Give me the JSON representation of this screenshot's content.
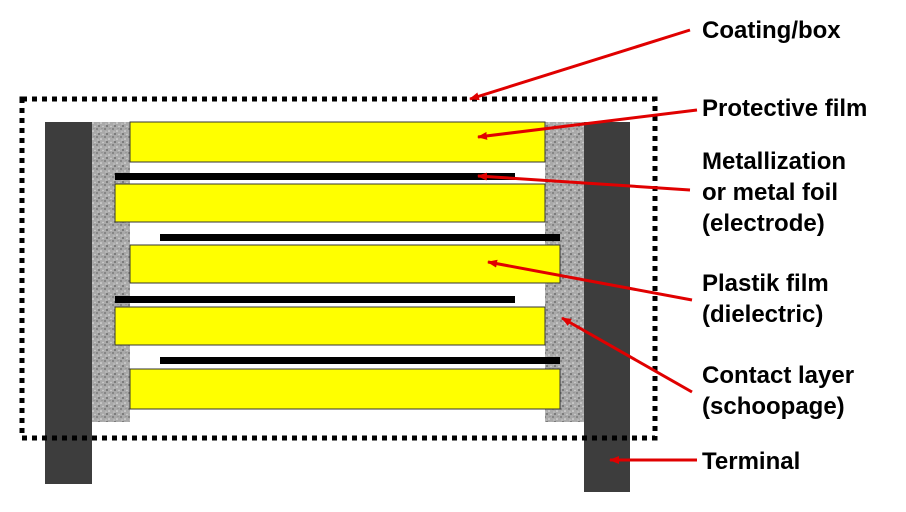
{
  "colors": {
    "terminal": "#3d3d3d",
    "contact_layer": "#a9a9a9",
    "film": "#ffff00",
    "electrode": "#000000",
    "arrow": "#e00000",
    "coating_box": "#000000"
  },
  "labels": {
    "coating": {
      "lines": [
        "Coating/box"
      ]
    },
    "protective_film": {
      "lines": [
        "Protective film"
      ]
    },
    "metallization": {
      "lines": [
        "Metallization",
        "or metal foil",
        "(electrode)"
      ]
    },
    "plastik_film": {
      "lines": [
        "Plastik film",
        "(dielectric)"
      ]
    },
    "contact_layer": {
      "lines": [
        "Contact layer",
        "(schoopage)"
      ]
    },
    "terminal": {
      "lines": [
        "Terminal"
      ]
    }
  }
}
